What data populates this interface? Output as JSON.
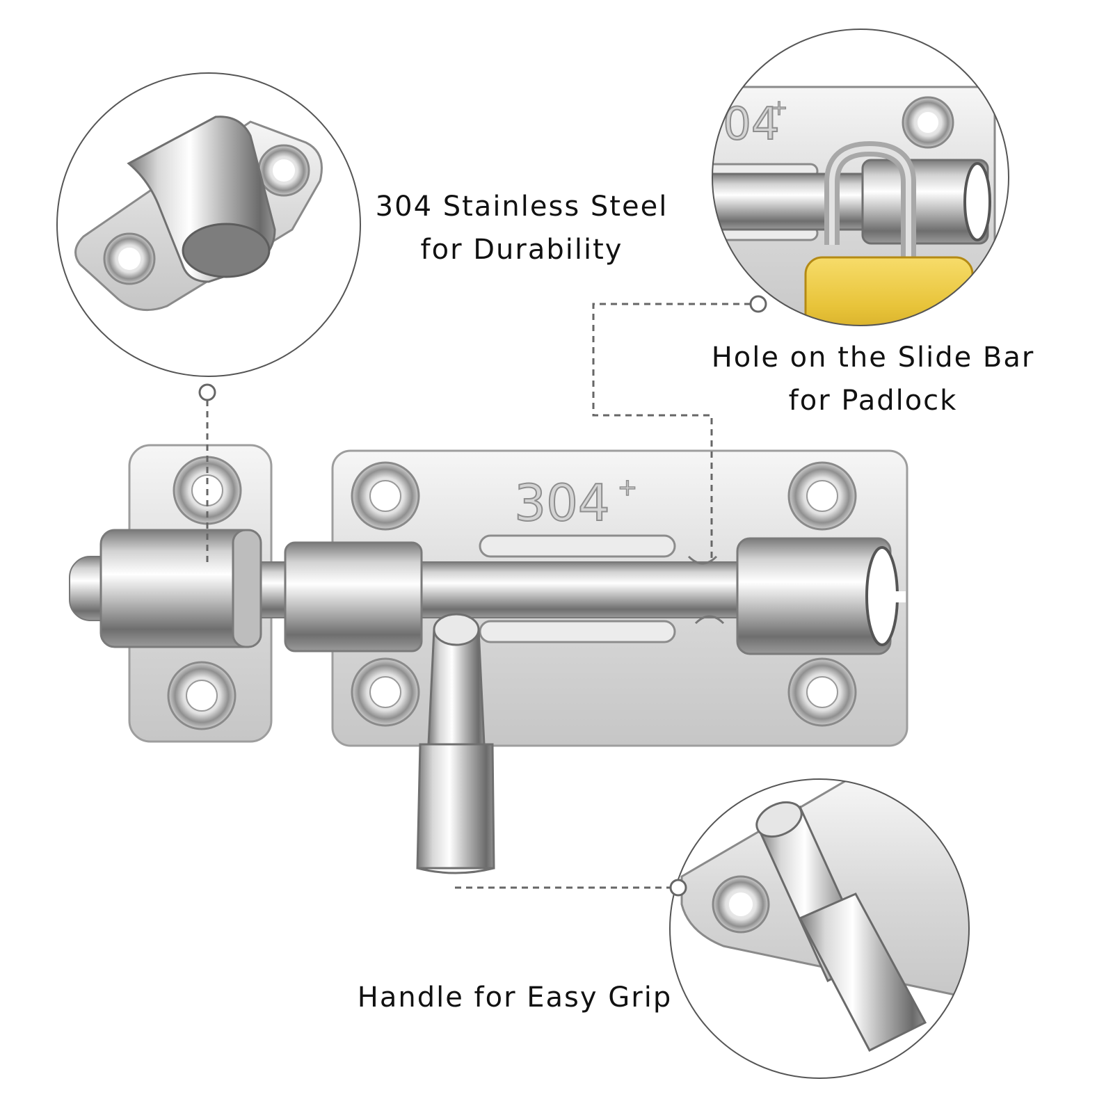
{
  "callouts": {
    "material": {
      "line1": "304 Stainless Steel",
      "line2": "for Durability"
    },
    "padlock_hole": {
      "line1": "Hole on the Slide Bar",
      "line2": "for Padlock"
    },
    "handle": {
      "line1": "Handle for Easy Grip"
    }
  },
  "engraving": {
    "main_plate": "304",
    "main_plate_mark": "+",
    "zoom_plate": "04",
    "zoom_plate_mark": "+"
  },
  "colors": {
    "background": "#ffffff",
    "circle_outline": "#555555",
    "leader_line": "#666666",
    "steel_light": "#f4f4f4",
    "steel_mid": "#c9c9c9",
    "steel_dark": "#6f6f6f",
    "padlock_brass": "#e8c43a"
  }
}
